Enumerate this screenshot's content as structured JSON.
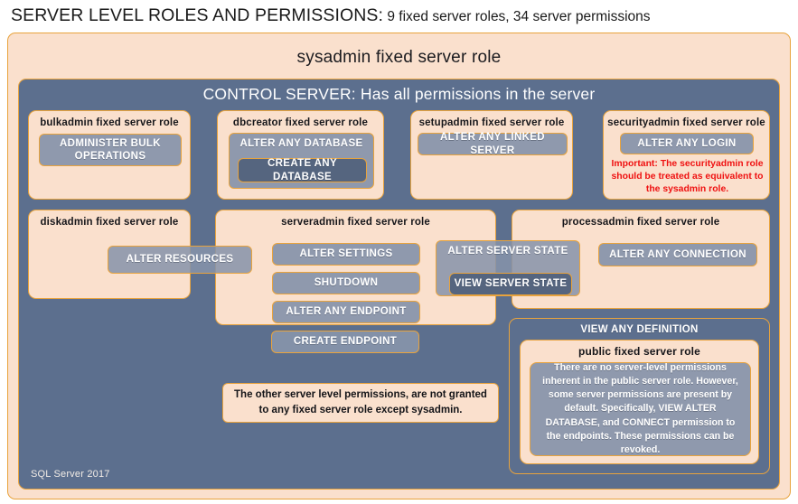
{
  "title": {
    "main": "SERVER LEVEL ROLES AND PERMISSIONS:",
    "sub": " 9 fixed server roles, 34 server permissions"
  },
  "sysadmin": {
    "label": "sysadmin fixed server role"
  },
  "control_server": {
    "label": "CONTROL SERVER: Has all permissions in the server"
  },
  "footer": {
    "label": "SQL Server 2017"
  },
  "colors": {
    "peach_fill": "#fae0cd",
    "gold_border": "#e8a33d",
    "blue_fill": "#5c6f8e",
    "chip_fill": "#8693aa",
    "chip_dark_fill": "#55657f",
    "warning_red": "#ef1111",
    "title_text": "#1a1a1a"
  },
  "roles": {
    "bulkadmin": {
      "label": "bulkadmin fixed server role",
      "permissions": [
        "ADMINISTER  BULK OPERATIONS"
      ]
    },
    "dbcreator": {
      "label": "dbcreator fixed server role",
      "permissions": [
        "ALTER ANY DATABASE",
        "CREATE  ANY DATABASE"
      ]
    },
    "setupadmin": {
      "label": "setupadmin fixed server role",
      "permissions": [
        "ALTER ANY LINKED SERVER"
      ]
    },
    "securityadmin": {
      "label": "securityadmin fixed server role",
      "permissions": [
        "ALTER ANY LOGIN"
      ],
      "warning": "Important:  The securityadmin role should  be treated as equivalent to the sysadmin role."
    },
    "diskadmin": {
      "label": "diskadmin fixed server role",
      "permissions": [
        "ALTER RESOURCES"
      ]
    },
    "serveradmin": {
      "label": "serveradmin fixed server role",
      "permissions": [
        "ALTER SETTINGS",
        "SHUTDOWN",
        "ALTER ANY ENDPOINT",
        "CREATE  ENDPOINT"
      ],
      "shared_permissions": [
        "ALTER SERVER STATE",
        "VIEW SERVER STATE"
      ]
    },
    "processadmin": {
      "label": "processadmin fixed server role",
      "permissions": [
        "ALTER ANY CONNECTION"
      ]
    },
    "public": {
      "header_permission": "VIEW ANY DEFINITION",
      "label": "public fixed server role",
      "body": "There are no server-level permissions inherent in the public server role. However, some server permissions are present by default. Specifically, VIEW ALTER DATABASE, and CONNECT permission to the endpoints. These permissions can be revoked."
    }
  },
  "notes": {
    "other_permissions": "The other server level permissions, are not granted to any fixed server role except sysadmin."
  }
}
